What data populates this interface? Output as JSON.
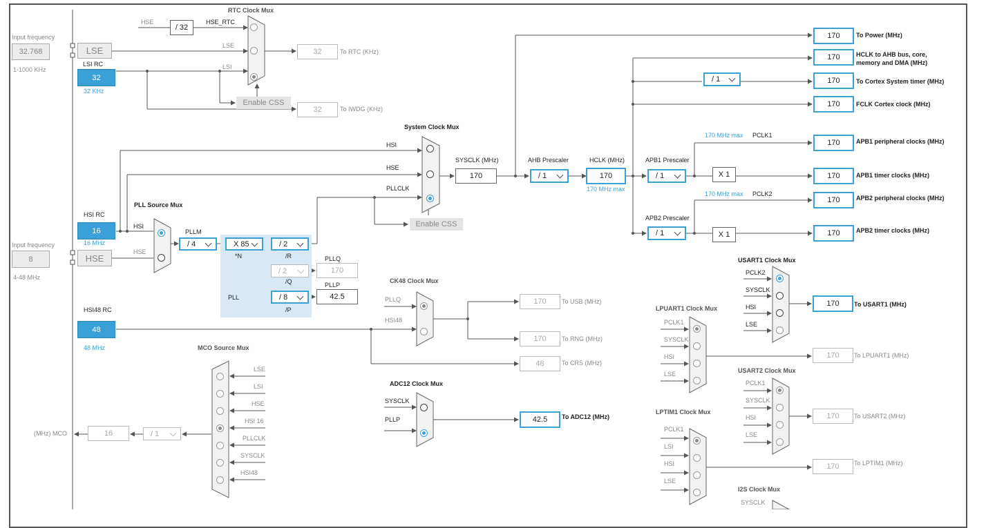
{
  "inputs": {
    "lse_freq_caption": "Input frequency",
    "lse_freq_value": "32.768",
    "lse_freq_range": "1-1000 KHz",
    "lse_label": "LSE",
    "lsi_title": "LSI RC",
    "lsi_value": "32",
    "lsi_sub": "32 KHz",
    "hsi_title": "HSI RC",
    "hsi_value": "16",
    "hsi_sub": "16 MHz",
    "hse_freq_caption": "Input frequency",
    "hse_freq_value": "8",
    "hse_freq_range": "4-48 MHz",
    "hse_label": "HSE",
    "hsi48_title": "HSI48 RC",
    "hsi48_value": "48",
    "hsi48_sub": "48 MHz"
  },
  "rtc": {
    "title": "RTC Clock Mux",
    "hse_in": "HSE",
    "div": "/ 32",
    "hse_rtc": "HSE_RTC",
    "lse_in": "LSE",
    "lsi_in": "LSI",
    "enable_css": "Enable CSS",
    "rtc_value": "32",
    "rtc_label": "To RTC (KHz)",
    "iwdg_value": "32",
    "iwdg_label": "To IWDG (KHz)"
  },
  "sysmux": {
    "title": "System Clock Mux",
    "hsi": "HSI",
    "hse": "HSE",
    "pllclk": "PLLCLK",
    "enable_css": "Enable CSS",
    "sysclk_label": "SYSCLK (MHz)",
    "sysclk_value": "170"
  },
  "ahb": {
    "title": "AHB Prescaler",
    "value": "/ 1",
    "hclk_label": "HCLK (MHz)",
    "hclk_value": "170",
    "hclk_max": "170 MHz max"
  },
  "outputs": {
    "power_value": "170",
    "power_label": "To Power (MHz)",
    "hclk_value": "170",
    "hclk_label_1": "HCLK to AHB bus, core,",
    "hclk_label_2": "memory and DMA (MHz)",
    "cortex_div": "/ 1",
    "cortex_value": "170",
    "cortex_label": "To Cortex System timer (MHz)",
    "fclk_value": "170",
    "fclk_label": "FCLK Cortex clock (MHz)"
  },
  "apb1": {
    "max": "170 MHz max",
    "pclk": "PCLK1",
    "title": "APB1 Prescaler",
    "div": "/ 1",
    "periph_value": "170",
    "periph_label": "APB1 peripheral clocks (MHz)",
    "mult": "X 1",
    "timer_value": "170",
    "timer_label": "APB1 timer clocks (MHz)"
  },
  "apb2": {
    "max": "170 MHz max",
    "pclk": "PCLK2",
    "title": "APB2 Prescaler",
    "div": "/ 1",
    "periph_value": "170",
    "periph_label": "APB2 peripheral clocks (MHz)",
    "mult": "X 1",
    "timer_value": "170",
    "timer_label": "APB2 timer clocks (MHz)"
  },
  "pll": {
    "source_title": "PLL Source Mux",
    "hsi": "HSI",
    "hse": "HSE",
    "pllm_label": "PLLM",
    "pllm_value": "/ 4",
    "n_value": "X 85",
    "n_label": "*N",
    "r_value": "/ 2",
    "r_label": "/R",
    "q_value": "/ 2",
    "q_label": "/Q",
    "p_value": "/ 8",
    "p_label": "/P",
    "pll_label": "PLL",
    "pllq_label": "PLLQ",
    "pllq_value": "170",
    "pllp_label": "PLLP",
    "pllp_value": "42.5"
  },
  "ck48": {
    "title": "CK48 Clock Mux",
    "pllq": "PLLQ",
    "hsi48": "HSI48",
    "usb_value": "170",
    "usb_label": "To USB (MHz)",
    "rng_value": "170",
    "rng_label": "To RNG (MHz)",
    "crs_value": "48",
    "crs_label": "To CRS (MHz)"
  },
  "adc": {
    "title": "ADC12 Clock Mux",
    "sysclk": "SYSCLK",
    "pllp": "PLLP",
    "value": "42.5",
    "label": "To ADC12 (MHz)"
  },
  "mco": {
    "title": "MCO Source Mux",
    "items": [
      "LSE",
      "LSI",
      "HSE",
      "HSI 16",
      "PLLCLK",
      "SYSCLK",
      "HSI48"
    ],
    "div": "/ 1",
    "value": "16",
    "label": "(MHz) MCO"
  },
  "usart1": {
    "title": "USART1 Clock Mux",
    "items": [
      "PCLK2",
      "SYSCLK",
      "HSI",
      "LSE"
    ],
    "value": "170",
    "label": "To USART1 (MHz)"
  },
  "lpuart1": {
    "title": "LPUART1 Clock Mux",
    "items": [
      "PCLK1",
      "SYSCLK",
      "HSI",
      "LSE"
    ],
    "value": "170",
    "label": "To LPUART1 (MHz)"
  },
  "usart2": {
    "title": "USART2 Clock Mux",
    "items": [
      "PCLK1",
      "SYSCLK",
      "HSI",
      "LSE"
    ],
    "value": "170",
    "label": "To USART2 (MHz)"
  },
  "lptim1": {
    "title": "LPTIM1 Clock Mux",
    "items": [
      "PCLK1",
      "LSI",
      "HSI",
      "LSE"
    ],
    "value": "170",
    "label": "To LPTIM1 (MHz)"
  },
  "i2s": {
    "title": "I2S Clock Mux",
    "sysclk": "SYSCLK"
  },
  "colors": {
    "accent": "#3aa0d8",
    "wire": "#555555",
    "pll_bg": "#d8e8f5"
  }
}
